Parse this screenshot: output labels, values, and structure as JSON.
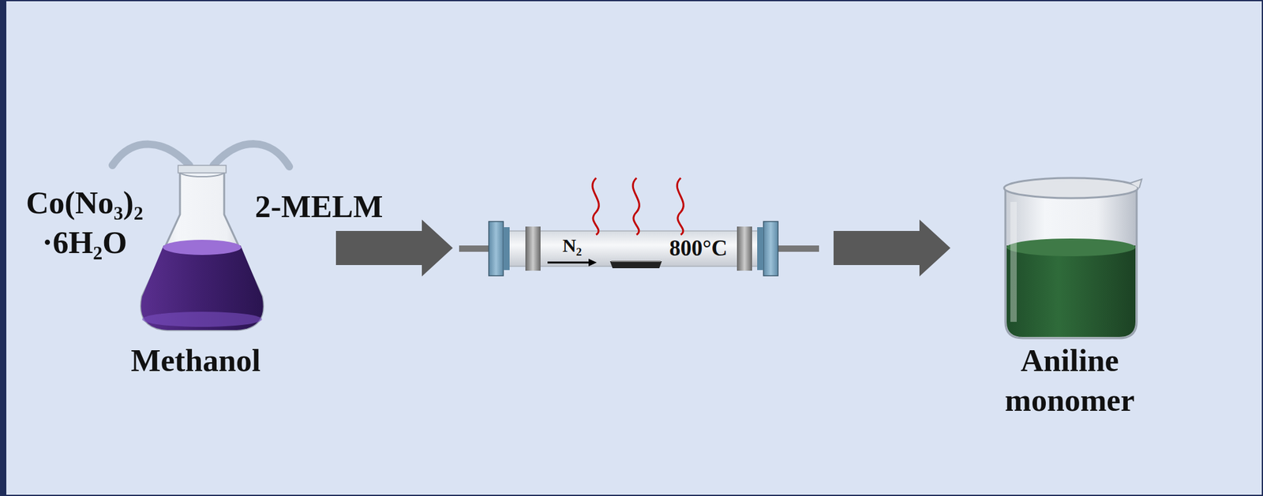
{
  "diagram": {
    "labels": [
      "Co(No₃)₂ ·6H₂O",
      "2-MELM",
      "Methanol",
      "N₂",
      "800°C",
      "Aniline monomer"
    ]
  }
}
